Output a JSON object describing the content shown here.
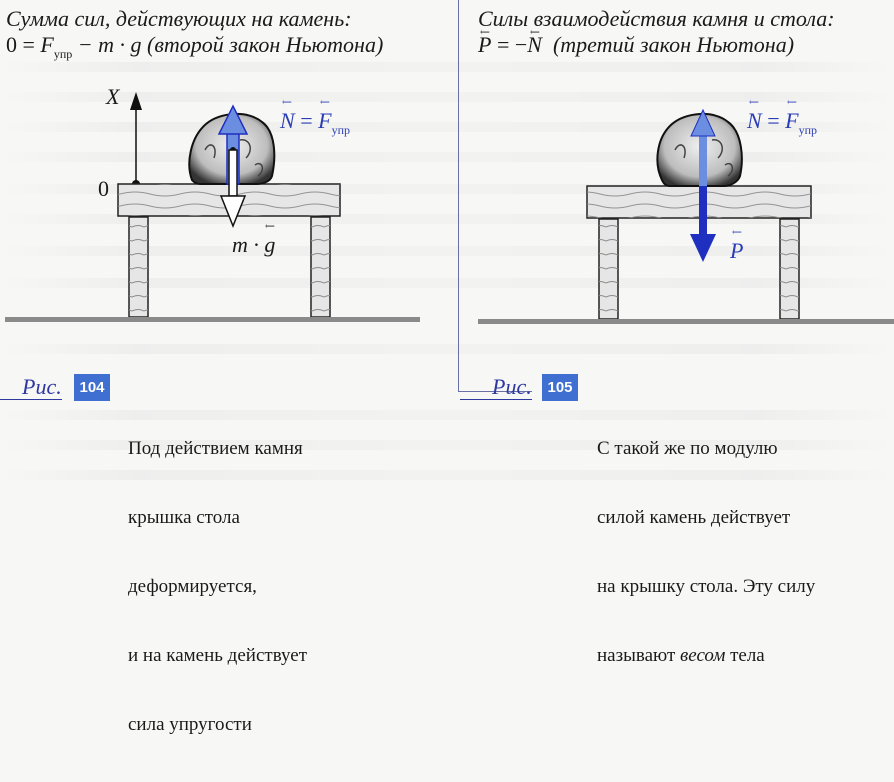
{
  "left_panel": {
    "heading_line1": "Сумма сил, действующих на камень:",
    "heading_line2": {
      "lhs": "0 = ",
      "F": "F",
      "F_sub": "упр",
      "minus_mg": " − m · g ",
      "note": "(второй закон Ньютона)"
    },
    "axis_label": "X",
    "origin_label": "0",
    "force_up_label": {
      "N": "N",
      "eq": " = ",
      "F": "F",
      "sub": "упр"
    },
    "force_down_label": {
      "m": "m · ",
      "g": "g"
    },
    "figure": {
      "prefix": "Рис.",
      "number": "104",
      "caption_lines": [
        "Под действием камня",
        "крышка стола",
        "деформируется,",
        "и на камень действует",
        "сила упругости"
      ]
    }
  },
  "right_panel": {
    "heading_line1": "Силы взаимодействия камня и стола:",
    "heading_line2": {
      "P": "P",
      "eq": " = −",
      "N": "N",
      "note": "(третий закон Ньютона)"
    },
    "force_up_label": {
      "N": "N",
      "eq": " = ",
      "F": "F",
      "sub": "упр"
    },
    "force_down_label": "P",
    "figure": {
      "prefix": "Рис.",
      "number": "105",
      "caption_line1": "С такой же по модулю",
      "caption_line2": "силой камень действует",
      "caption_line3": "на крышку стола. Эту силу",
      "caption_line4_before": "называют ",
      "caption_line4_em": "весом",
      "caption_line4_after": " тела"
    }
  },
  "colors": {
    "accent_blue": "#2a3db5",
    "badge_blue": "#3f6fd0",
    "arrow_light_blue": "#6b8ee0",
    "arrow_dark_blue": "#1f2fc0"
  }
}
